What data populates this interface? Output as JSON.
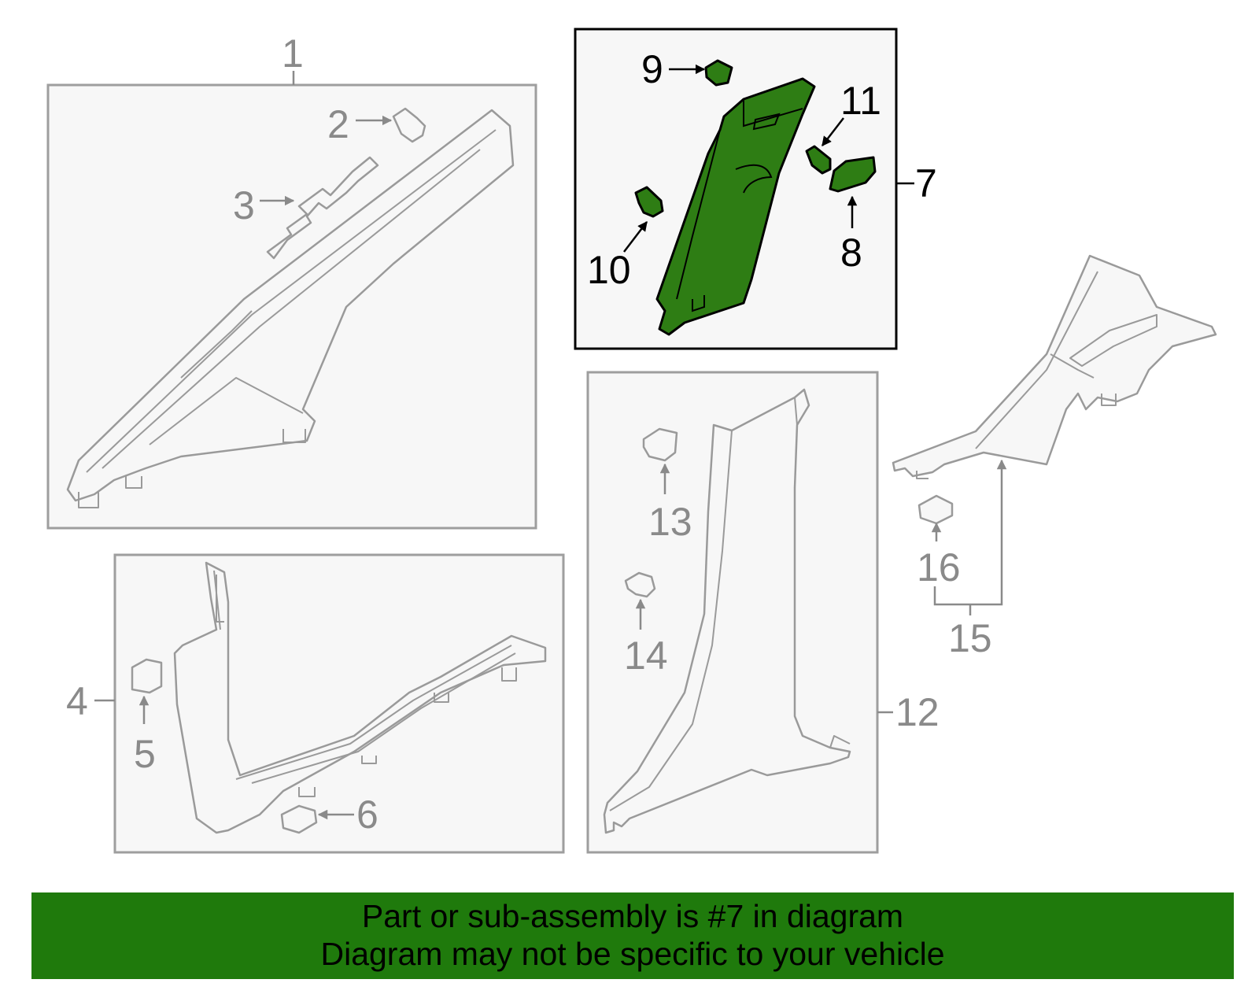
{
  "callouts": {
    "c1": "1",
    "c2": "2",
    "c3": "3",
    "c4": "4",
    "c5": "5",
    "c6": "6",
    "c7": "7",
    "c8": "8",
    "c9": "9",
    "c10": "10",
    "c11": "11",
    "c12": "12",
    "c13": "13",
    "c14": "14",
    "c15": "15",
    "c16": "16"
  },
  "highlight": {
    "part": "7",
    "color": "#2e7d14",
    "banner_color": "#1f7a0c"
  },
  "banner": {
    "line1": "Part or sub-assembly is #7 in diagram",
    "line2": "Diagram may not be specific to your vehicle"
  }
}
